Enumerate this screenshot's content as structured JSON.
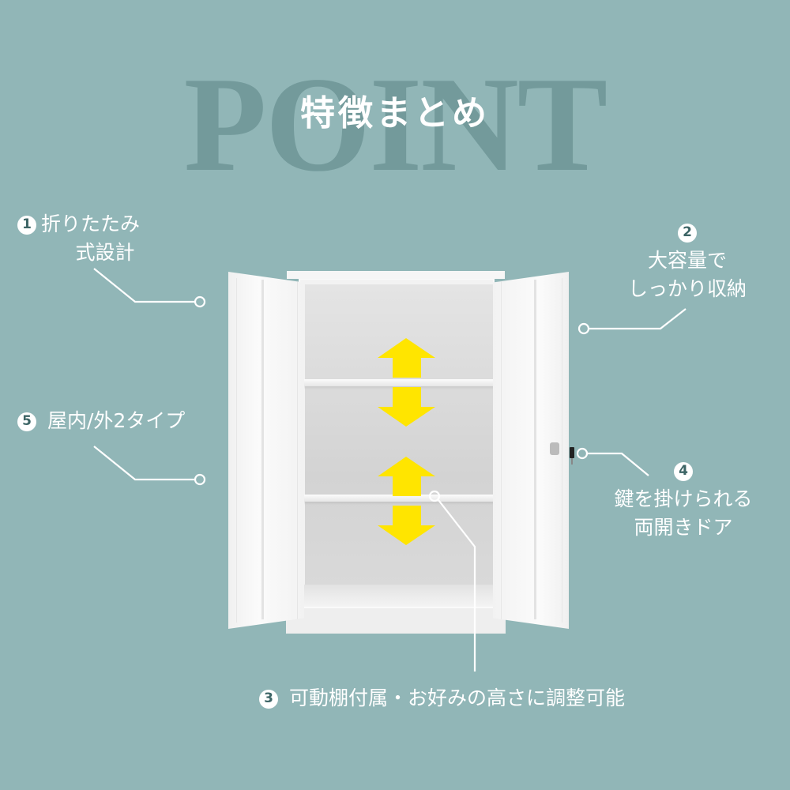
{
  "header": {
    "background_word": "POINT",
    "title": "特徴まとめ"
  },
  "colors": {
    "background": "#91b6b7",
    "background_word": "#739a9b",
    "badge_text": "#3d6566",
    "text": "#ffffff",
    "arrow": "#ffe500"
  },
  "features": [
    {
      "number": "1",
      "lines": [
        "折りたたみ",
        "式設計"
      ]
    },
    {
      "number": "2",
      "lines": [
        "大容量で",
        "しっかり収納"
      ]
    },
    {
      "number": "3",
      "lines": [
        "可動棚付属・お好みの高さに調整可能"
      ]
    },
    {
      "number": "4",
      "lines": [
        "鍵を掛けられる",
        "両開きドア"
      ]
    },
    {
      "number": "5",
      "lines": [
        "屋内/外2タイプ"
      ]
    }
  ],
  "product": {
    "type": "steel-storage-cabinet",
    "shelves": 2,
    "arrows": [
      "shelf-1-up-down",
      "shelf-2-up-down"
    ]
  }
}
